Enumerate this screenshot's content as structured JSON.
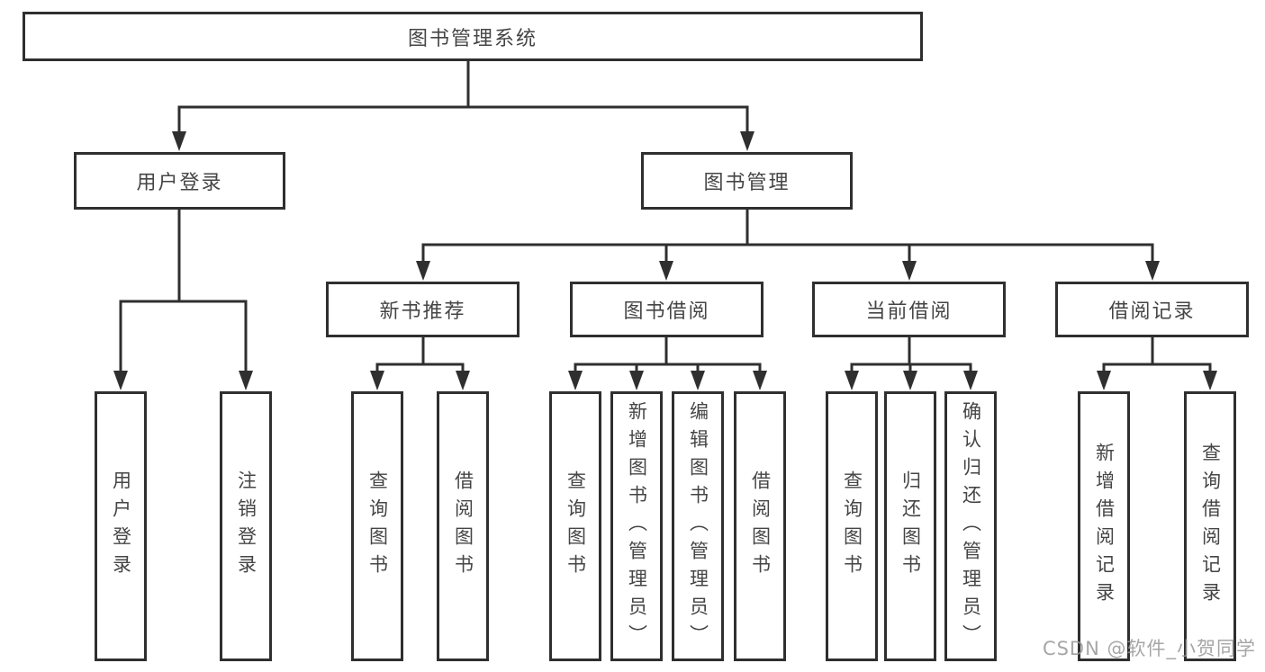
{
  "diagram": {
    "title": "图书管理系统",
    "tree": {
      "label": "图书管理系统",
      "children": [
        {
          "label": "用户登录",
          "children": [
            {
              "label": "用户登录"
            },
            {
              "label": "注销登录"
            }
          ]
        },
        {
          "label": "图书管理",
          "children": [
            {
              "label": "新书推荐",
              "children": [
                {
                  "label": "查询图书"
                },
                {
                  "label": "借阅图书"
                }
              ]
            },
            {
              "label": "图书借阅",
              "children": [
                {
                  "label": "查询图书"
                },
                {
                  "label": "新增图书（管理员）"
                },
                {
                  "label": "编辑图书（管理员）"
                },
                {
                  "label": "借阅图书"
                }
              ]
            },
            {
              "label": "当前借阅",
              "children": [
                {
                  "label": "查询图书"
                },
                {
                  "label": "归还图书"
                },
                {
                  "label": "确认归还（管理员）"
                }
              ]
            },
            {
              "label": "借阅记录",
              "children": [
                {
                  "label": "新增借阅记录"
                },
                {
                  "label": "查询借阅记录"
                }
              ]
            }
          ]
        }
      ]
    }
  },
  "watermark": {
    "text": "CSDN @软件_小贺同学",
    "color": "#969696"
  },
  "colors": {
    "line": "#2f2f2f",
    "border": "#2f2f2f",
    "text": "#454545",
    "background": "#ffffff"
  }
}
